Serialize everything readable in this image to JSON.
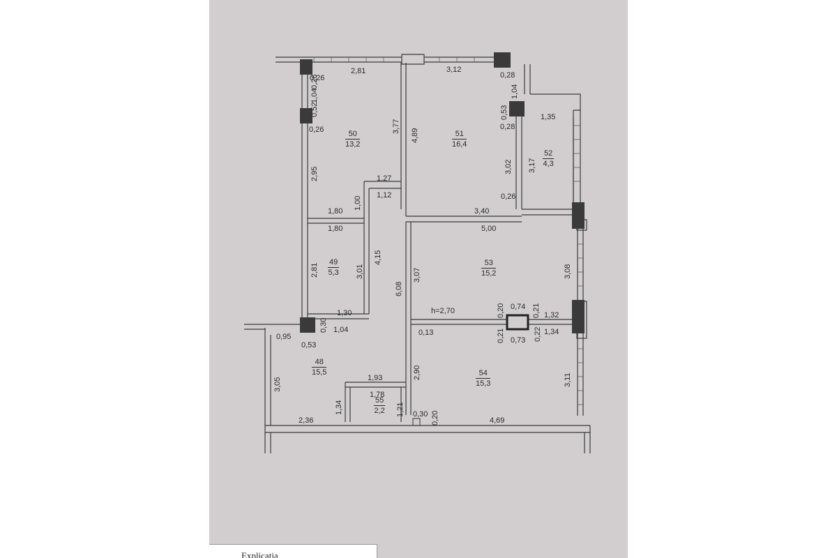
{
  "plan": {
    "rooms": [
      {
        "id": "50",
        "area": "13,2"
      },
      {
        "id": "51",
        "area": "16,4"
      },
      {
        "id": "52",
        "area": "4,3"
      },
      {
        "id": "49",
        "area": "5,3"
      },
      {
        "id": "53",
        "area": "15,2"
      },
      {
        "id": "48",
        "area": "15,5"
      },
      {
        "id": "55",
        "area": "2,2"
      },
      {
        "id": "54",
        "area": "15,3"
      }
    ],
    "dimensions": [
      "2,81",
      "3,12",
      "0,26",
      "1,04",
      "0,52",
      "0,26",
      "0,28",
      "1,04",
      "0,53",
      "0,28",
      "1,35",
      "3,77",
      "4,89",
      "2,95",
      "1,27",
      "1,12",
      "1,00",
      "3,02",
      "3,17",
      "0,26",
      "1,80",
      "3,40",
      "1,80",
      "5,00",
      "2,81",
      "3,01",
      "4,15",
      "3,07",
      "6,08",
      "3,08",
      "1,30",
      "h=2,70",
      "0,20",
      "0,74",
      "0,21",
      "1,32",
      "0,95",
      "0,30",
      "1,04",
      "0,53",
      "0,13",
      "0,21",
      "0,73",
      "0,22",
      "1,34",
      "3,05",
      "1,93",
      "2,90",
      "1,78",
      "3,11",
      "1,34",
      "1,21",
      "2,36",
      "0,30",
      "0,20",
      "4,69",
      "0,26"
    ]
  },
  "footer": {
    "title": "Explicatia"
  }
}
